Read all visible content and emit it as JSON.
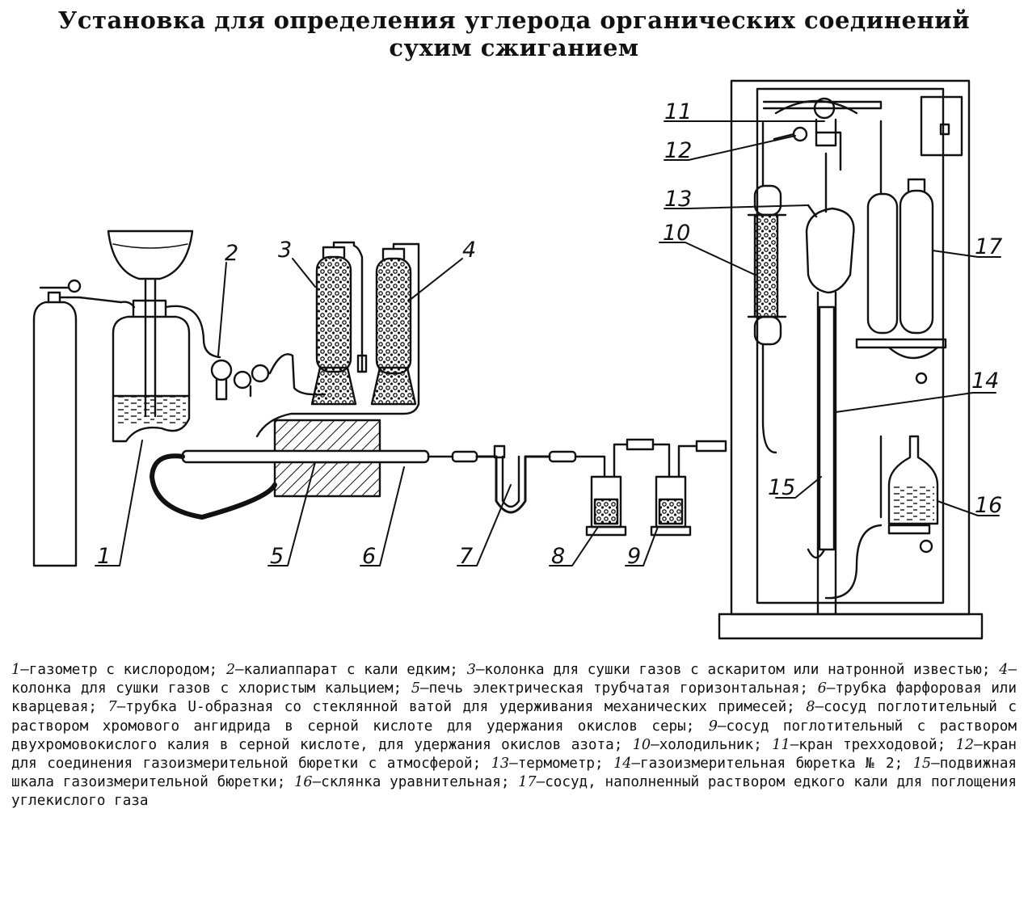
{
  "title": {
    "line1": "Установка для определения углерода органических соединений",
    "line2": "сухим сжиганием"
  },
  "labels": [
    "1",
    "2",
    "3",
    "4",
    "5",
    "6",
    "7",
    "8",
    "9",
    "10",
    "11",
    "12",
    "13",
    "14",
    "15",
    "16",
    "17"
  ],
  "legend": [
    {
      "num": "1",
      "text": "газометр с кислородом"
    },
    {
      "num": "2",
      "text": "калиаппарат с кали едким"
    },
    {
      "num": "3",
      "text": "колонка для сушки газов с аскаритом или натронной известью"
    },
    {
      "num": "4",
      "text": "колонка для сушки газов с хлористым кальцием"
    },
    {
      "num": "5",
      "text": "печь электрическая трубчатая горизонтальная"
    },
    {
      "num": "6",
      "text": "трубка фарфоровая или кварцевая"
    },
    {
      "num": "7",
      "text": "трубка U-образная со стеклянной ватой для удерживания механических примесей"
    },
    {
      "num": "8",
      "text": "сосуд поглотительный с раствором хромового ангидрида в серной кислоте для удержания окислов серы"
    },
    {
      "num": "9",
      "text": "сосуд поглотительный с раствором двухромовокислого калия в серной кислоте, для удержания окислов азота"
    },
    {
      "num": "10",
      "text": "холодильник"
    },
    {
      "num": "11",
      "text": "кран трехходовой"
    },
    {
      "num": "12",
      "text": "кран для соединения газоизмерительной бюретки с атмосферой"
    },
    {
      "num": "13",
      "text": "термометр"
    },
    {
      "num": "14",
      "text": "газоизмерительная бюретка № 2"
    },
    {
      "num": "15",
      "text": "подвижная шкала газоизмерительной бюретки"
    },
    {
      "num": "16",
      "text": "склянка уравнительная"
    },
    {
      "num": "17",
      "text": "сосуд, наполненный раствором едкого кали для поглощения углекислого газа"
    }
  ],
  "colors": {
    "ink": "#111111",
    "paper": "#ffffff"
  }
}
